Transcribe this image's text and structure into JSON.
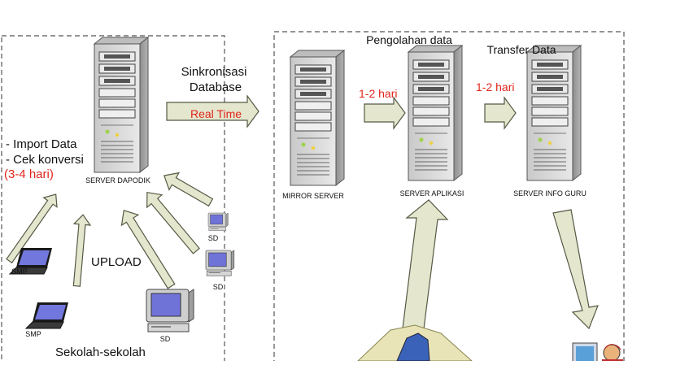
{
  "labels": {
    "sinkronisasi": "Sinkronisasi",
    "database": "Database",
    "real_time": "Real Time",
    "pengolahan": "Pengolahan data",
    "transfer": "Transfer Data",
    "hari_1": "1-2 hari",
    "hari_2": "1-2 hari",
    "import": "- Import Data",
    "cek": "- Cek konversi",
    "hari_34": "(3-4 hari)",
    "upload": "UPLOAD",
    "sekolah": "Sekolah-sekolah"
  },
  "servers": {
    "dapodik": "SERVER DAPODIK",
    "mirror": "MIRROR SERVER",
    "aplikasi": "SERVER APLIKASI",
    "info_guru": "SERVER INFO GURU"
  },
  "clients": {
    "smp_1": "SMP",
    "smp_2": "SMP",
    "sd_1": "SD",
    "sd_2": "SD",
    "sd_3": "SD"
  },
  "colors": {
    "arrow_fill": "#e4e6cd",
    "arrow_stroke": "#555a45",
    "accent_red": "#e0261c",
    "server_body": "#d8d8d8",
    "server_side": "#9a9a9a",
    "screen_blue": "#6f73d8",
    "dashed": "#555555"
  }
}
